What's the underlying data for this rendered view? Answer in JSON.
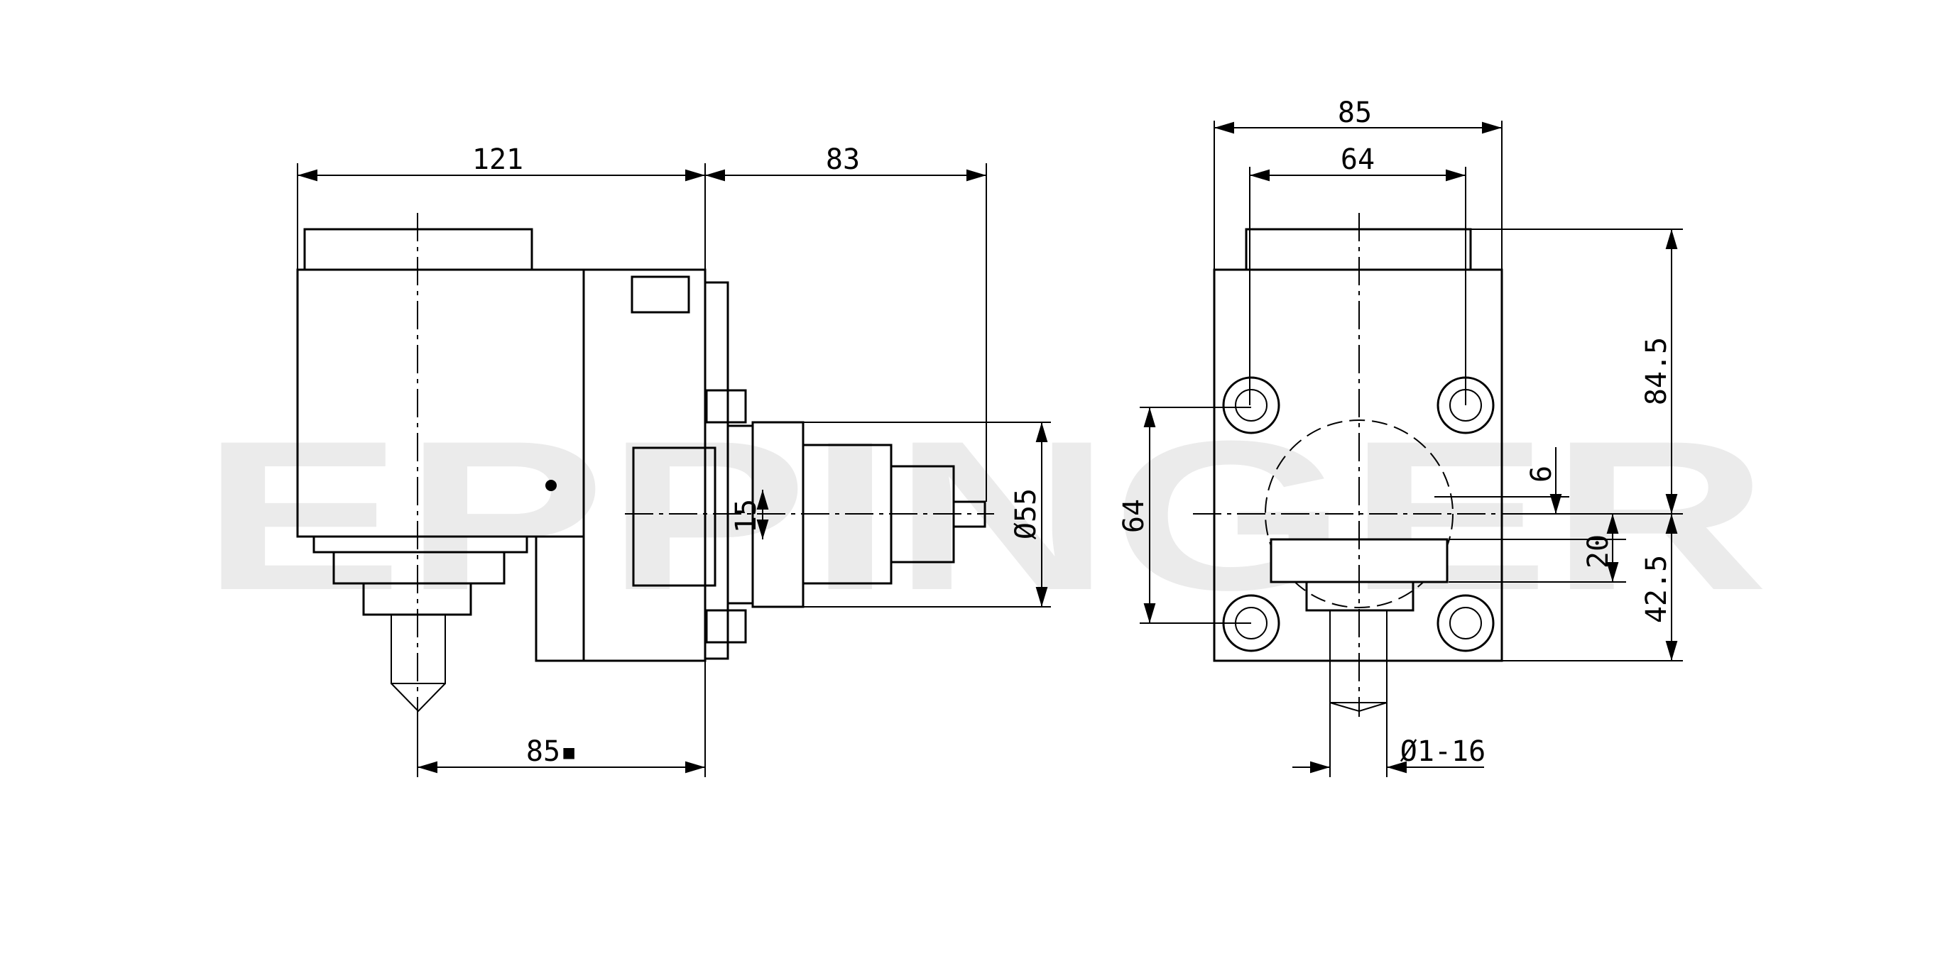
{
  "watermark": "EPPINGER",
  "side_view": {
    "dims": {
      "overall_length": "121",
      "spindle_projection": "83",
      "tool_axis_offset": "85▪",
      "center_height": "15",
      "spindle_diameter": "Ø55"
    }
  },
  "front_view": {
    "dims": {
      "overall_width": "85",
      "bolt_spacing_h": "64",
      "bolt_spacing_v": "64",
      "total_height": "84.5",
      "lower_height": "42.5",
      "offset_small": "6",
      "offset_20": "20",
      "collet_range": "Ø1-16"
    }
  }
}
